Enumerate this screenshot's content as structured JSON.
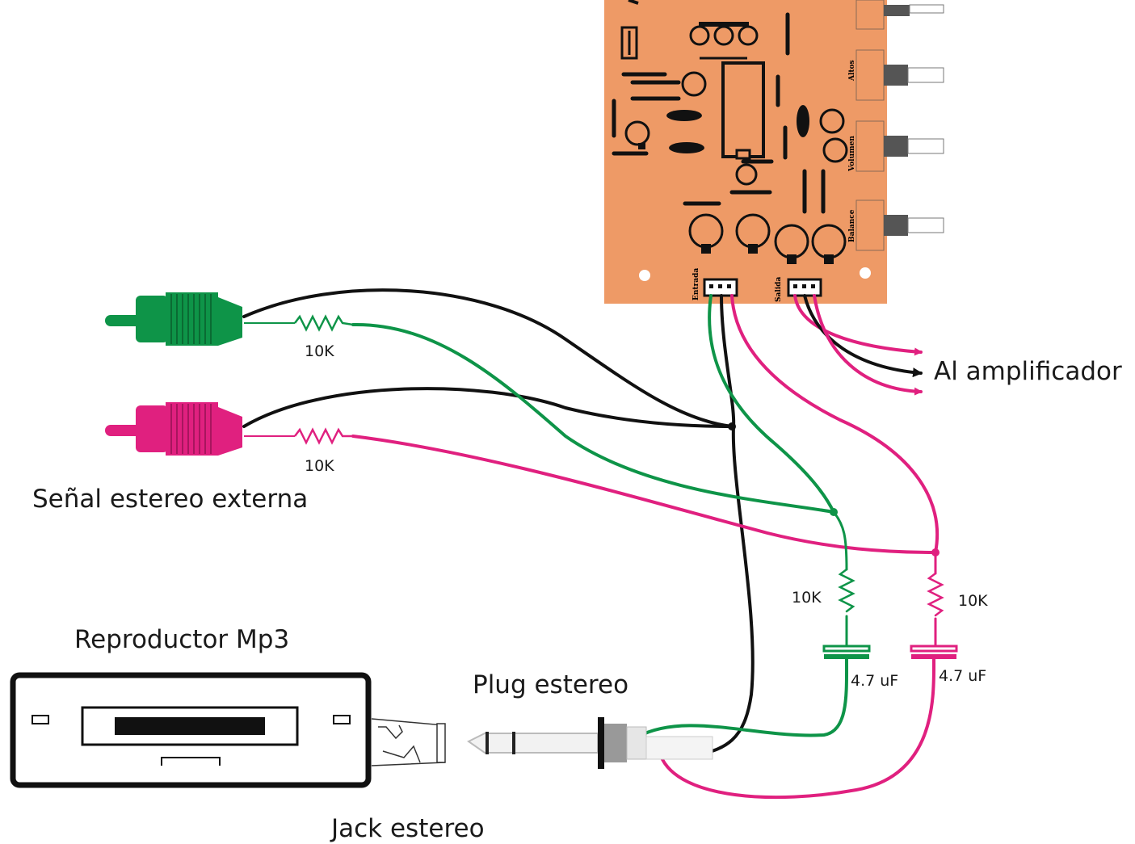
{
  "labels": {
    "external_signal": "Señal estereo externa",
    "amplifier": "Al amplificador",
    "mp3_player": "Reproductor Mp3",
    "plug": "Plug estereo",
    "jack": "Jack estereo",
    "r_green_series": "10K",
    "r_pink_series": "10K",
    "r_green_mix": "10K",
    "r_pink_mix": "10K",
    "cap_green": "4.7 uF",
    "cap_pink": "4.7 uF",
    "pcb_input": "Entrada",
    "pcb_output": "Salida",
    "pcb_knob_1": "Altos",
    "pcb_knob_2": "Volumen",
    "pcb_knob_3": "Balance"
  },
  "colors": {
    "pcb": "#EE9A66",
    "green": "#0E9448",
    "pink": "#E0207F",
    "black": "#111111"
  }
}
